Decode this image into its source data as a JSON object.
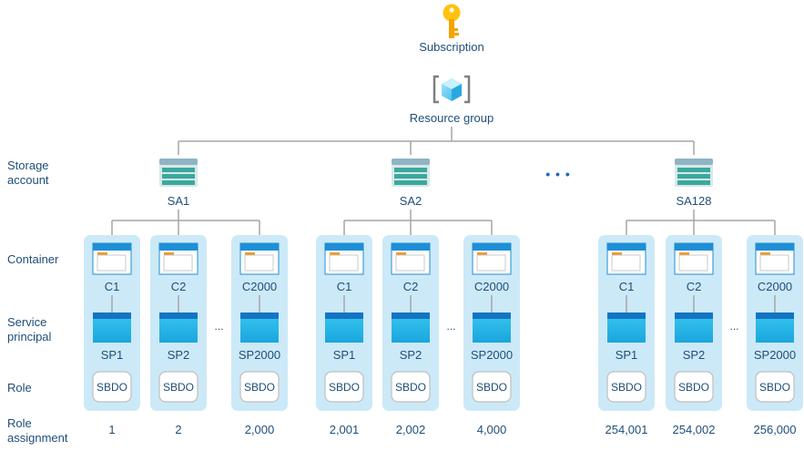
{
  "row_labels": {
    "storage": "Storage\naccount",
    "container": "Container",
    "principal": "Service\nprincipal",
    "role": "Role",
    "assignment": "Role\nassignment"
  },
  "top": {
    "subscription": "Subscription",
    "resource_group": "Resource group"
  },
  "ellipsis_large": "• • •",
  "ellipsis_small": "...",
  "groups": [
    {
      "storage_account": "SA1",
      "columns": [
        {
          "container": "C1",
          "principal": "SP1",
          "role": "SBDO",
          "assignment": "1"
        },
        {
          "container": "C2",
          "principal": "SP2",
          "role": "SBDO",
          "assignment": "2"
        },
        {
          "container": "C2000",
          "principal": "SP2000",
          "role": "SBDO",
          "assignment": "2,000"
        }
      ]
    },
    {
      "storage_account": "SA2",
      "columns": [
        {
          "container": "C1",
          "principal": "SP1",
          "role": "SBDO",
          "assignment": "2,001"
        },
        {
          "container": "C2",
          "principal": "SP2",
          "role": "SBDO",
          "assignment": "2,002"
        },
        {
          "container": "C2000",
          "principal": "SP2000",
          "role": "SBDO",
          "assignment": "4,000"
        }
      ]
    },
    {
      "storage_account": "SA128",
      "columns": [
        {
          "container": "C1",
          "principal": "SP1",
          "role": "SBDO",
          "assignment": "254,001"
        },
        {
          "container": "C2",
          "principal": "SP2",
          "role": "SBDO",
          "assignment": "254,002"
        },
        {
          "container": "C2000",
          "principal": "SP2000",
          "role": "SBDO",
          "assignment": "256,000"
        }
      ]
    }
  ],
  "colors": {
    "panel": "#cce9f8",
    "line": "#a6a6a6",
    "text": "#1f4e79",
    "key": "#ffc20e",
    "storage_teal": "#3aa99f",
    "principal_blue": "#1e8fd6"
  },
  "icons": {
    "subscription": "key-icon",
    "resource_group": "resource-group-cube-icon",
    "storage_account": "storage-account-icon",
    "container": "container-icon",
    "principal": "service-principal-icon"
  }
}
